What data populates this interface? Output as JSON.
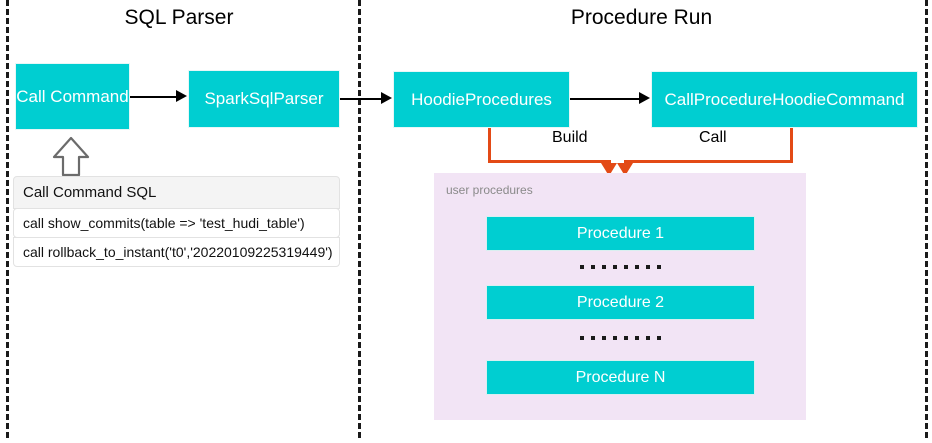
{
  "diagram": {
    "sections": [
      {
        "id": "sql-parser",
        "title": "SQL Parser"
      },
      {
        "id": "procedure-run",
        "title": "Procedure Run"
      }
    ],
    "nodes": {
      "call_command": "Call Command",
      "spark_sql_parser": "SparkSqlParser",
      "hoodie_procedures": "HoodieProcedures",
      "call_procedure_hoodie_command": "CallProcedureHoodieCommand"
    },
    "edge_labels": {
      "build": "Build",
      "call": "Call"
    },
    "sql_table": {
      "header": "Call Command SQL",
      "rows": [
        "call show_commits(table => 'test_hudi_table')",
        "call rollback_to_instant('t0','20220109225319449')"
      ]
    },
    "procedures_panel": {
      "label": "user procedures",
      "items": [
        "Procedure 1",
        "Procedure 2",
        "Procedure N"
      ]
    },
    "colors": {
      "node_fill": "#00CED1",
      "node_text": "#FFFFFF",
      "panel_fill": "#F2E4F5",
      "connector_orange": "#E34A16",
      "connector_black": "#000000",
      "divider": "#1A1A1A"
    }
  }
}
